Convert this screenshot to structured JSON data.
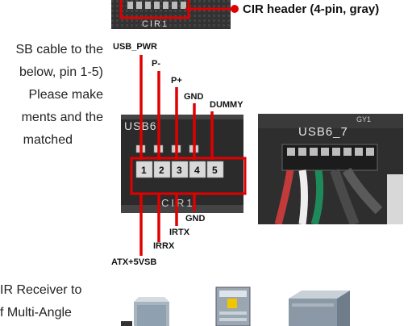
{
  "colors": {
    "accent_red": "#e00000",
    "board_dark": "#2a2a2a",
    "pin_white": "#e8e8e8"
  },
  "top": {
    "cir_caption": "CIR header (4-pin, gray)",
    "cir_board_label": "CIR1"
  },
  "left_text": {
    "lines": [
      "SB cable to the",
      "below, pin 1-5)",
      "Please make",
      "ments and the",
      "matched"
    ],
    "bottom_lines": [
      "IR Receiver to",
      "f Multi-Angle"
    ]
  },
  "usb_diagram": {
    "board_label": "USB6",
    "cir_label": "CIR1",
    "pin_numbers": [
      "1",
      "2",
      "3",
      "4",
      "5"
    ],
    "top_labels": [
      "USB_PWR",
      "P-",
      "P+",
      "GND",
      "DUMMY"
    ],
    "bottom_labels": [
      "GND",
      "IRTX",
      "IRRX",
      "ATX+5VSB"
    ]
  },
  "photo": {
    "board_label": "USB6_7",
    "corner_label": "GY1"
  }
}
